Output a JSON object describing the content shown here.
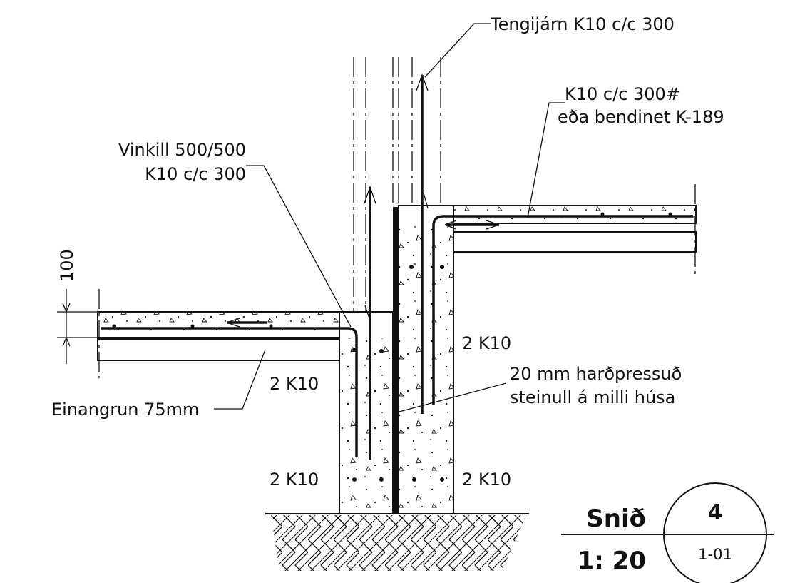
{
  "labels": {
    "tie_bars": "Tengijárn K10 c/c 300",
    "mesh_line1": "K10 c/c 300#",
    "mesh_line2": "eða bendinet K-189",
    "corner_line1": "Vinkill 500/500",
    "corner_line2": "K10 c/c 300",
    "insulation": "Einangrun 75mm",
    "gap_line1": "20 mm harðpressuð",
    "gap_line2": "steinull á milli húsa",
    "bars_left_upper": "2 K10",
    "bars_left_lower": "2 K10",
    "bars_right_upper": "2 K10",
    "bars_right_lower": "2 K10",
    "dimension": "100"
  },
  "title_block": {
    "section_word": "Snið",
    "scale": "1: 20",
    "section_number": "4",
    "sheet": "1-01"
  }
}
